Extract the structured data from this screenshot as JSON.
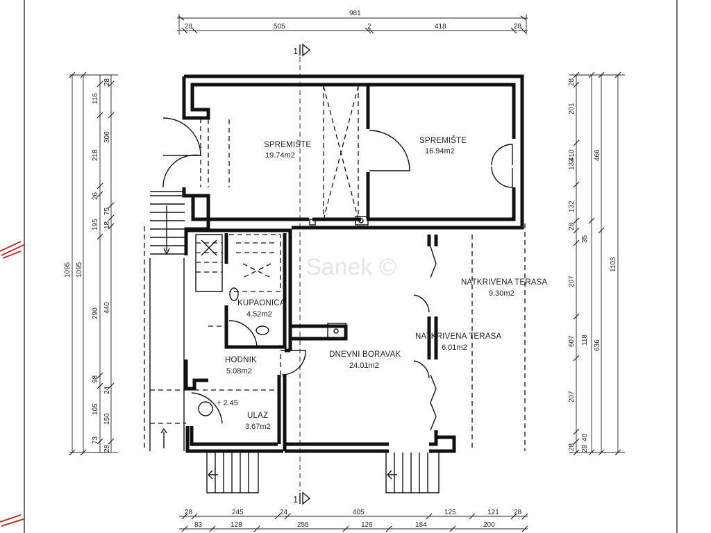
{
  "top_dims": {
    "overall": "981",
    "segments": [
      "28",
      "505",
      "2",
      "418",
      "28"
    ]
  },
  "bottom_dims": {
    "row1": [
      "28",
      "245",
      "24",
      "405",
      "125",
      "121",
      "28"
    ],
    "row2": [
      "83",
      "128",
      "255",
      "126",
      "184",
      "200"
    ]
  },
  "left_dims": {
    "outer": "1095",
    "second": "1095",
    "col_a": [
      "195",
      "290",
      "98",
      "105",
      "73"
    ],
    "col_b": [
      "116",
      "218",
      "26",
      "440",
      "24",
      "28"
    ],
    "col_c": [
      "28",
      "306",
      "75",
      "18",
      "150",
      "28"
    ]
  },
  "right_dims": {
    "col_a": [
      "28",
      "201",
      "133",
      "132",
      "28",
      "35",
      "207",
      "118",
      "207",
      "28",
      "40",
      "28"
    ],
    "col_b": [
      "410",
      "607"
    ],
    "col_c": [
      "466",
      "636"
    ],
    "outer": "1103"
  },
  "section_marker": "1",
  "elevation": "+ 2.45",
  "watermark": "Sanek ©",
  "rooms": [
    {
      "name": "SPREMIŠTE",
      "area": "19.74m2"
    },
    {
      "name": "SPREMIŠTE",
      "area": "16.94m2"
    },
    {
      "name": "NATKRIVENA TERASA",
      "area": "9.30m2"
    },
    {
      "name": "KUPAONICA",
      "area": "4.52m2"
    },
    {
      "name": "NATKRIVENA TERASA",
      "area": "6.01m2"
    },
    {
      "name": "DNEVNI BORAVAK",
      "area": "24.01m2"
    },
    {
      "name": "HODNIK",
      "area": "5.08m2"
    },
    {
      "name": "ULAZ",
      "area": "3.67m2"
    }
  ]
}
